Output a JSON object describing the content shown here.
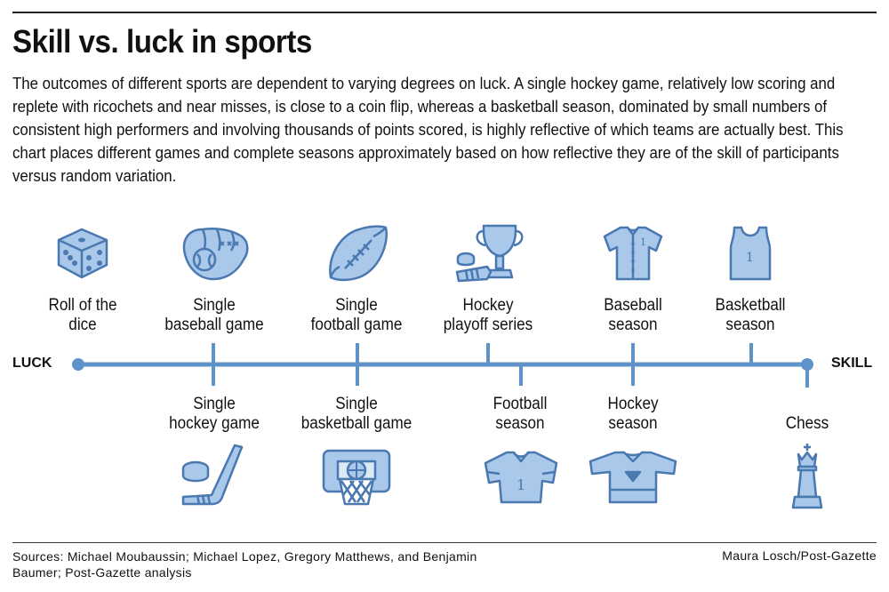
{
  "title": "Skill vs. luck in sports",
  "intro": "The outcomes of different sports are dependent to varying degrees on luck.  A single hockey game, relatively low scoring and replete with ricochets and near misses, is close to a coin flip, whereas a basketball season, dominated by small numbers of consistent high performers and involving thousands of points scored, is highly reflective of which teams are actually best.  This chart places different games and complete seasons approximately based on how reflective they are of the skill of participants versus random variation.",
  "axis": {
    "left_label": "LUCK",
    "right_label": "SKILL"
  },
  "items": [
    {
      "label_lines": [
        "Roll of the",
        "dice"
      ],
      "position": "above",
      "icon": "dice-icon"
    },
    {
      "label_lines": [
        "Single",
        "baseball game"
      ],
      "position": "above",
      "icon": "baseball-glove-icon"
    },
    {
      "label_lines": [
        "Single",
        "hockey game"
      ],
      "position": "below",
      "icon": "hockey-stick-puck-icon"
    },
    {
      "label_lines": [
        "Single",
        "football game"
      ],
      "position": "above",
      "icon": "football-icon"
    },
    {
      "label_lines": [
        "Single",
        "basketball game"
      ],
      "position": "below",
      "icon": "basketball-hoop-icon"
    },
    {
      "label_lines": [
        "Hockey",
        "playoff series"
      ],
      "position": "above",
      "icon": "trophy-icon"
    },
    {
      "label_lines": [
        "Football",
        "season"
      ],
      "position": "below",
      "icon": "football-jersey-icon"
    },
    {
      "label_lines": [
        "Baseball",
        "season"
      ],
      "position": "above",
      "icon": "baseball-jersey-icon"
    },
    {
      "label_lines": [
        "Hockey",
        "season"
      ],
      "position": "below",
      "icon": "hockey-jersey-icon"
    },
    {
      "label_lines": [
        "Basketball",
        "season"
      ],
      "position": "above",
      "icon": "basketball-jersey-icon"
    },
    {
      "label_lines": [
        "Chess"
      ],
      "position": "below",
      "icon": "chess-piece-icon"
    }
  ],
  "colors": {
    "accent": "#5f92c9",
    "icon_fill": "#a9c8ea",
    "icon_stroke": "#4a78b0"
  },
  "sources": "Sources: Michael Moubaussin; Michael Lopez, Gregory Matthews, and Benjamin Baumer; Post-Gazette analysis",
  "credit": "Maura Losch/Post-Gazette"
}
